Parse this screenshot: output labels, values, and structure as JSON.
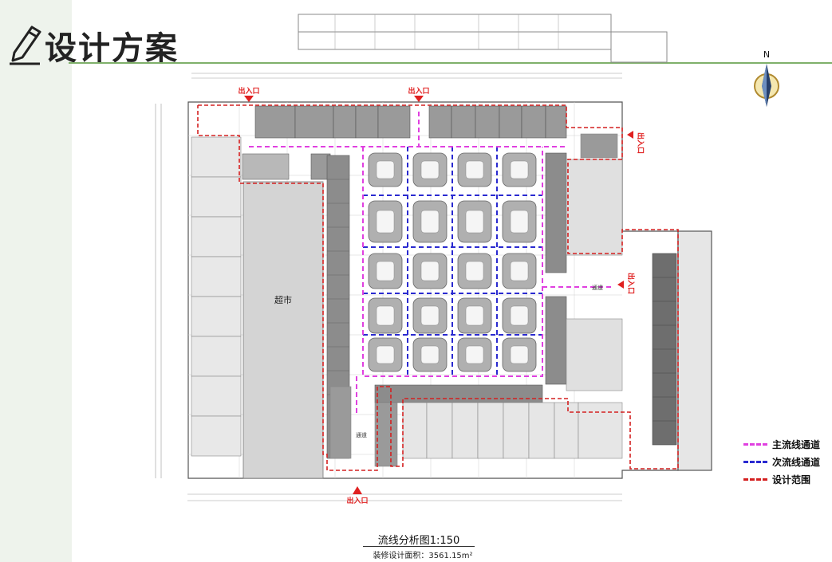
{
  "header": {
    "title": "设计方案"
  },
  "compass": {
    "north_label": "N"
  },
  "plan": {
    "entrance_label": "出入口",
    "supermarket_label": "超市",
    "corridor_label": "通道"
  },
  "legend": {
    "items": [
      {
        "label": "主流线通道",
        "color": "#e040e0"
      },
      {
        "label": "次流线通道",
        "color": "#2a2ad0"
      },
      {
        "label": "设计范围",
        "color": "#d42020"
      }
    ]
  },
  "caption": {
    "title": "流线分析图1:150",
    "area": "装修设计面积：3561.15m²"
  },
  "colors": {
    "accent_green": "#7fb06a",
    "entrance_red": "#e02020"
  }
}
